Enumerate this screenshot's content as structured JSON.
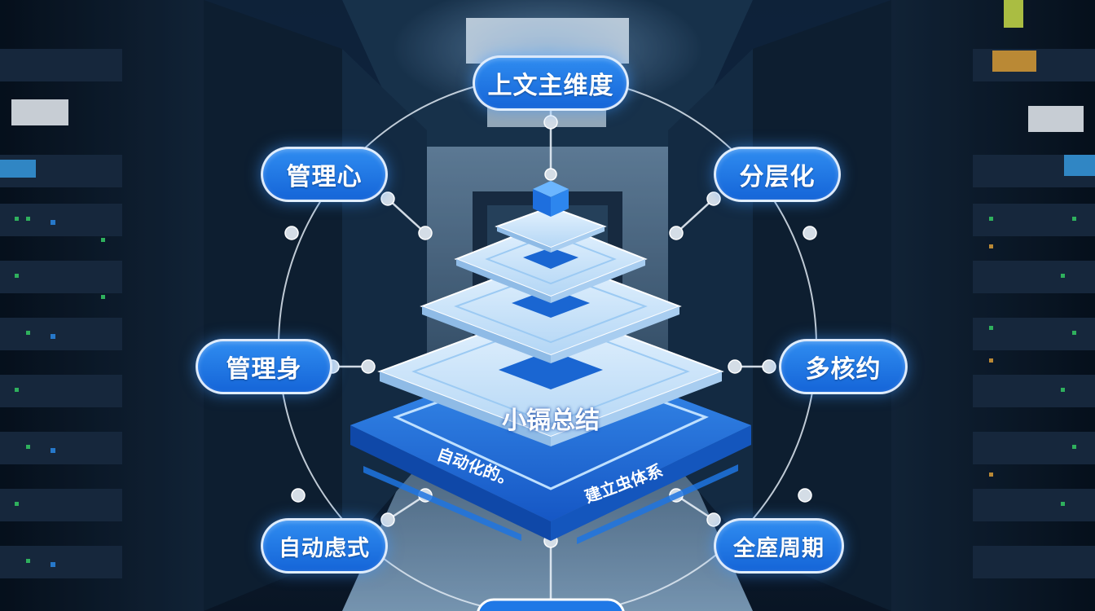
{
  "diagram": {
    "center_label": "小镉总结",
    "base_label_left": "自动化的。",
    "base_label_right": "建立虫体系",
    "nodes": [
      {
        "id": "top",
        "label": "上文主维度"
      },
      {
        "id": "upper-left",
        "label": "管理心"
      },
      {
        "id": "upper-right",
        "label": "分层化"
      },
      {
        "id": "mid-left",
        "label": "管理身"
      },
      {
        "id": "mid-right",
        "label": "多核约"
      },
      {
        "id": "lower-left",
        "label": "自动虑式"
      },
      {
        "id": "lower-right",
        "label": "全庢周期"
      }
    ]
  },
  "colors": {
    "accent": "#1f78e6",
    "node_fill": "#1565d8",
    "layer_light": "#cfe6fb",
    "layer_core": "#1f6fd6"
  }
}
